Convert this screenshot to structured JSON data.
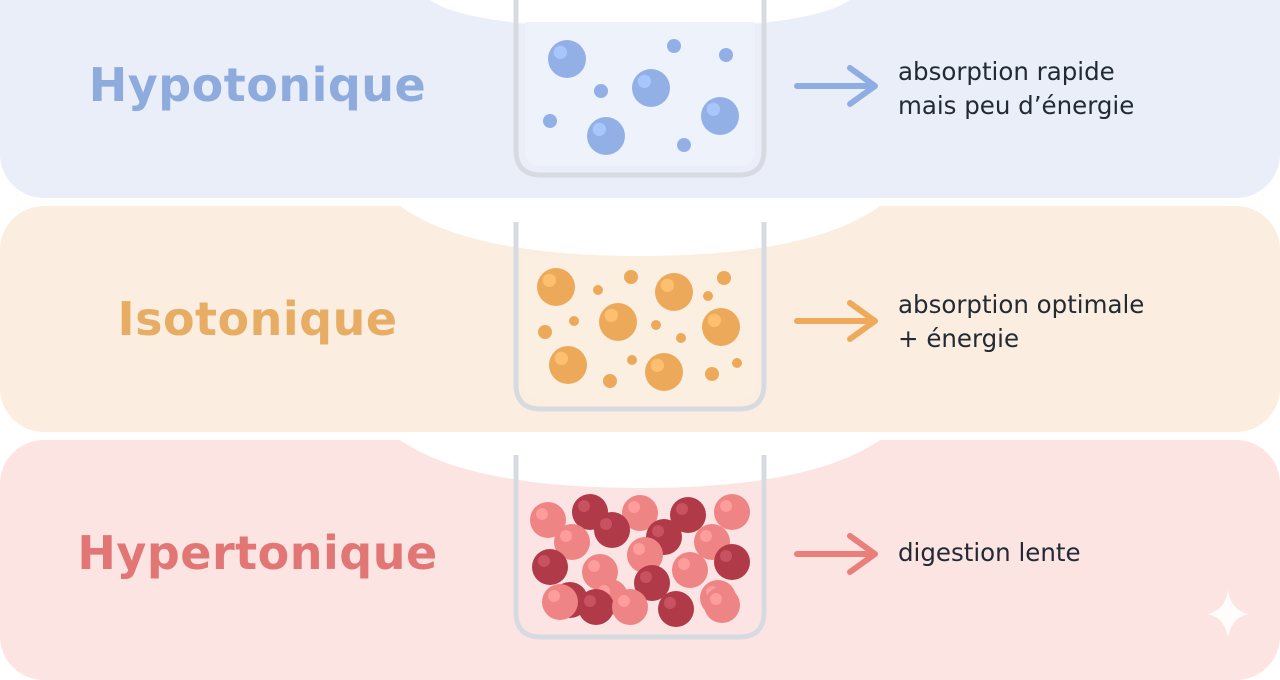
{
  "rows": [
    {
      "id": "hypotonic",
      "title": "Hypotonique",
      "description_lines": [
        "absorption rapide",
        "mais peu d’énergie"
      ],
      "colors": {
        "band": "#e9eef8",
        "title": "#8eabdd",
        "liquid": "#eef2fb",
        "arrow": "#8eaee3",
        "particle": "#93b0e6"
      }
    },
    {
      "id": "isotonic",
      "title": "Isotonique",
      "description_lines": [
        "absorption optimale",
        "+ énergie"
      ],
      "colors": {
        "band": "#fbeee0",
        "title": "#e8ad64",
        "liquid": "#fbefe1",
        "arrow": "#eeaa5a",
        "particle": "#eda95a"
      }
    },
    {
      "id": "hypertonic",
      "title": "Hypertonique",
      "description_lines": [
        "digestion lente"
      ],
      "colors": {
        "band": "#fbe4e2",
        "title": "#e27675",
        "liquid": "#fbe4e3",
        "arrow": "#ea7e78",
        "particle_light": "#ee8484",
        "particle_dark": "#b03a47"
      }
    }
  ],
  "watermark_icon": "sparkle-icon"
}
